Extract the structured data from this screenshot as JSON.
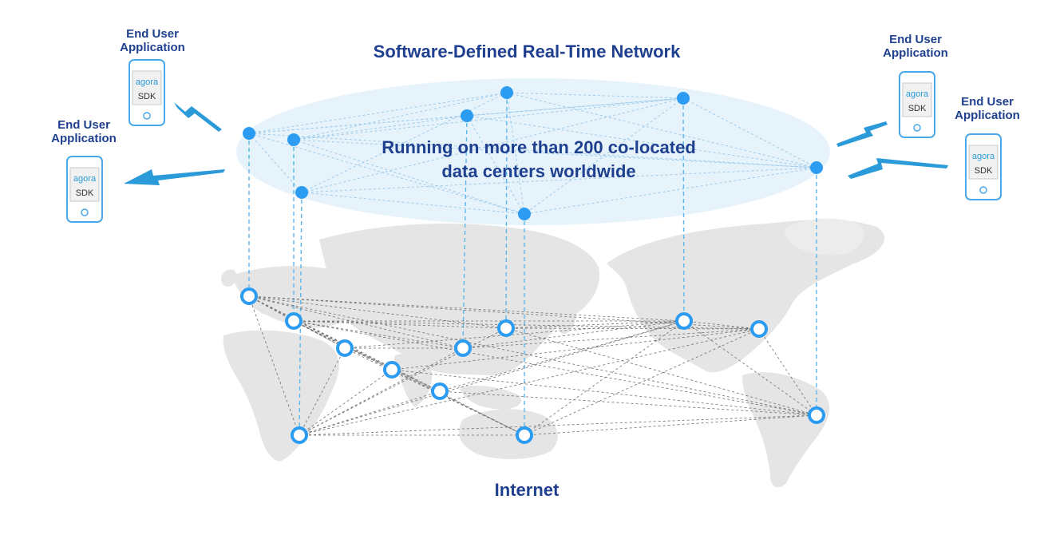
{
  "diagram": {
    "title": "Software-Defined Real-Time Network",
    "running_line1": "Running on more than 200 co-located",
    "running_line2": "data centers worldwide",
    "bottom_label": "Internet",
    "end_user_label_line1": "End User",
    "end_user_label_line2": "Application",
    "phone_logo_text": "agora",
    "phone_sdk_text": "SDK"
  },
  "colors": {
    "label_text": "#1f3f8f",
    "node_blue": "#2b9cf2",
    "ellipse_fill": "#e6f3fb",
    "map_gray": "#e5e5e5",
    "dashed_gray": "#6f6f6f",
    "device_outline": "#4aa8e8",
    "arrow_blue": "#2b9ad9"
  }
}
